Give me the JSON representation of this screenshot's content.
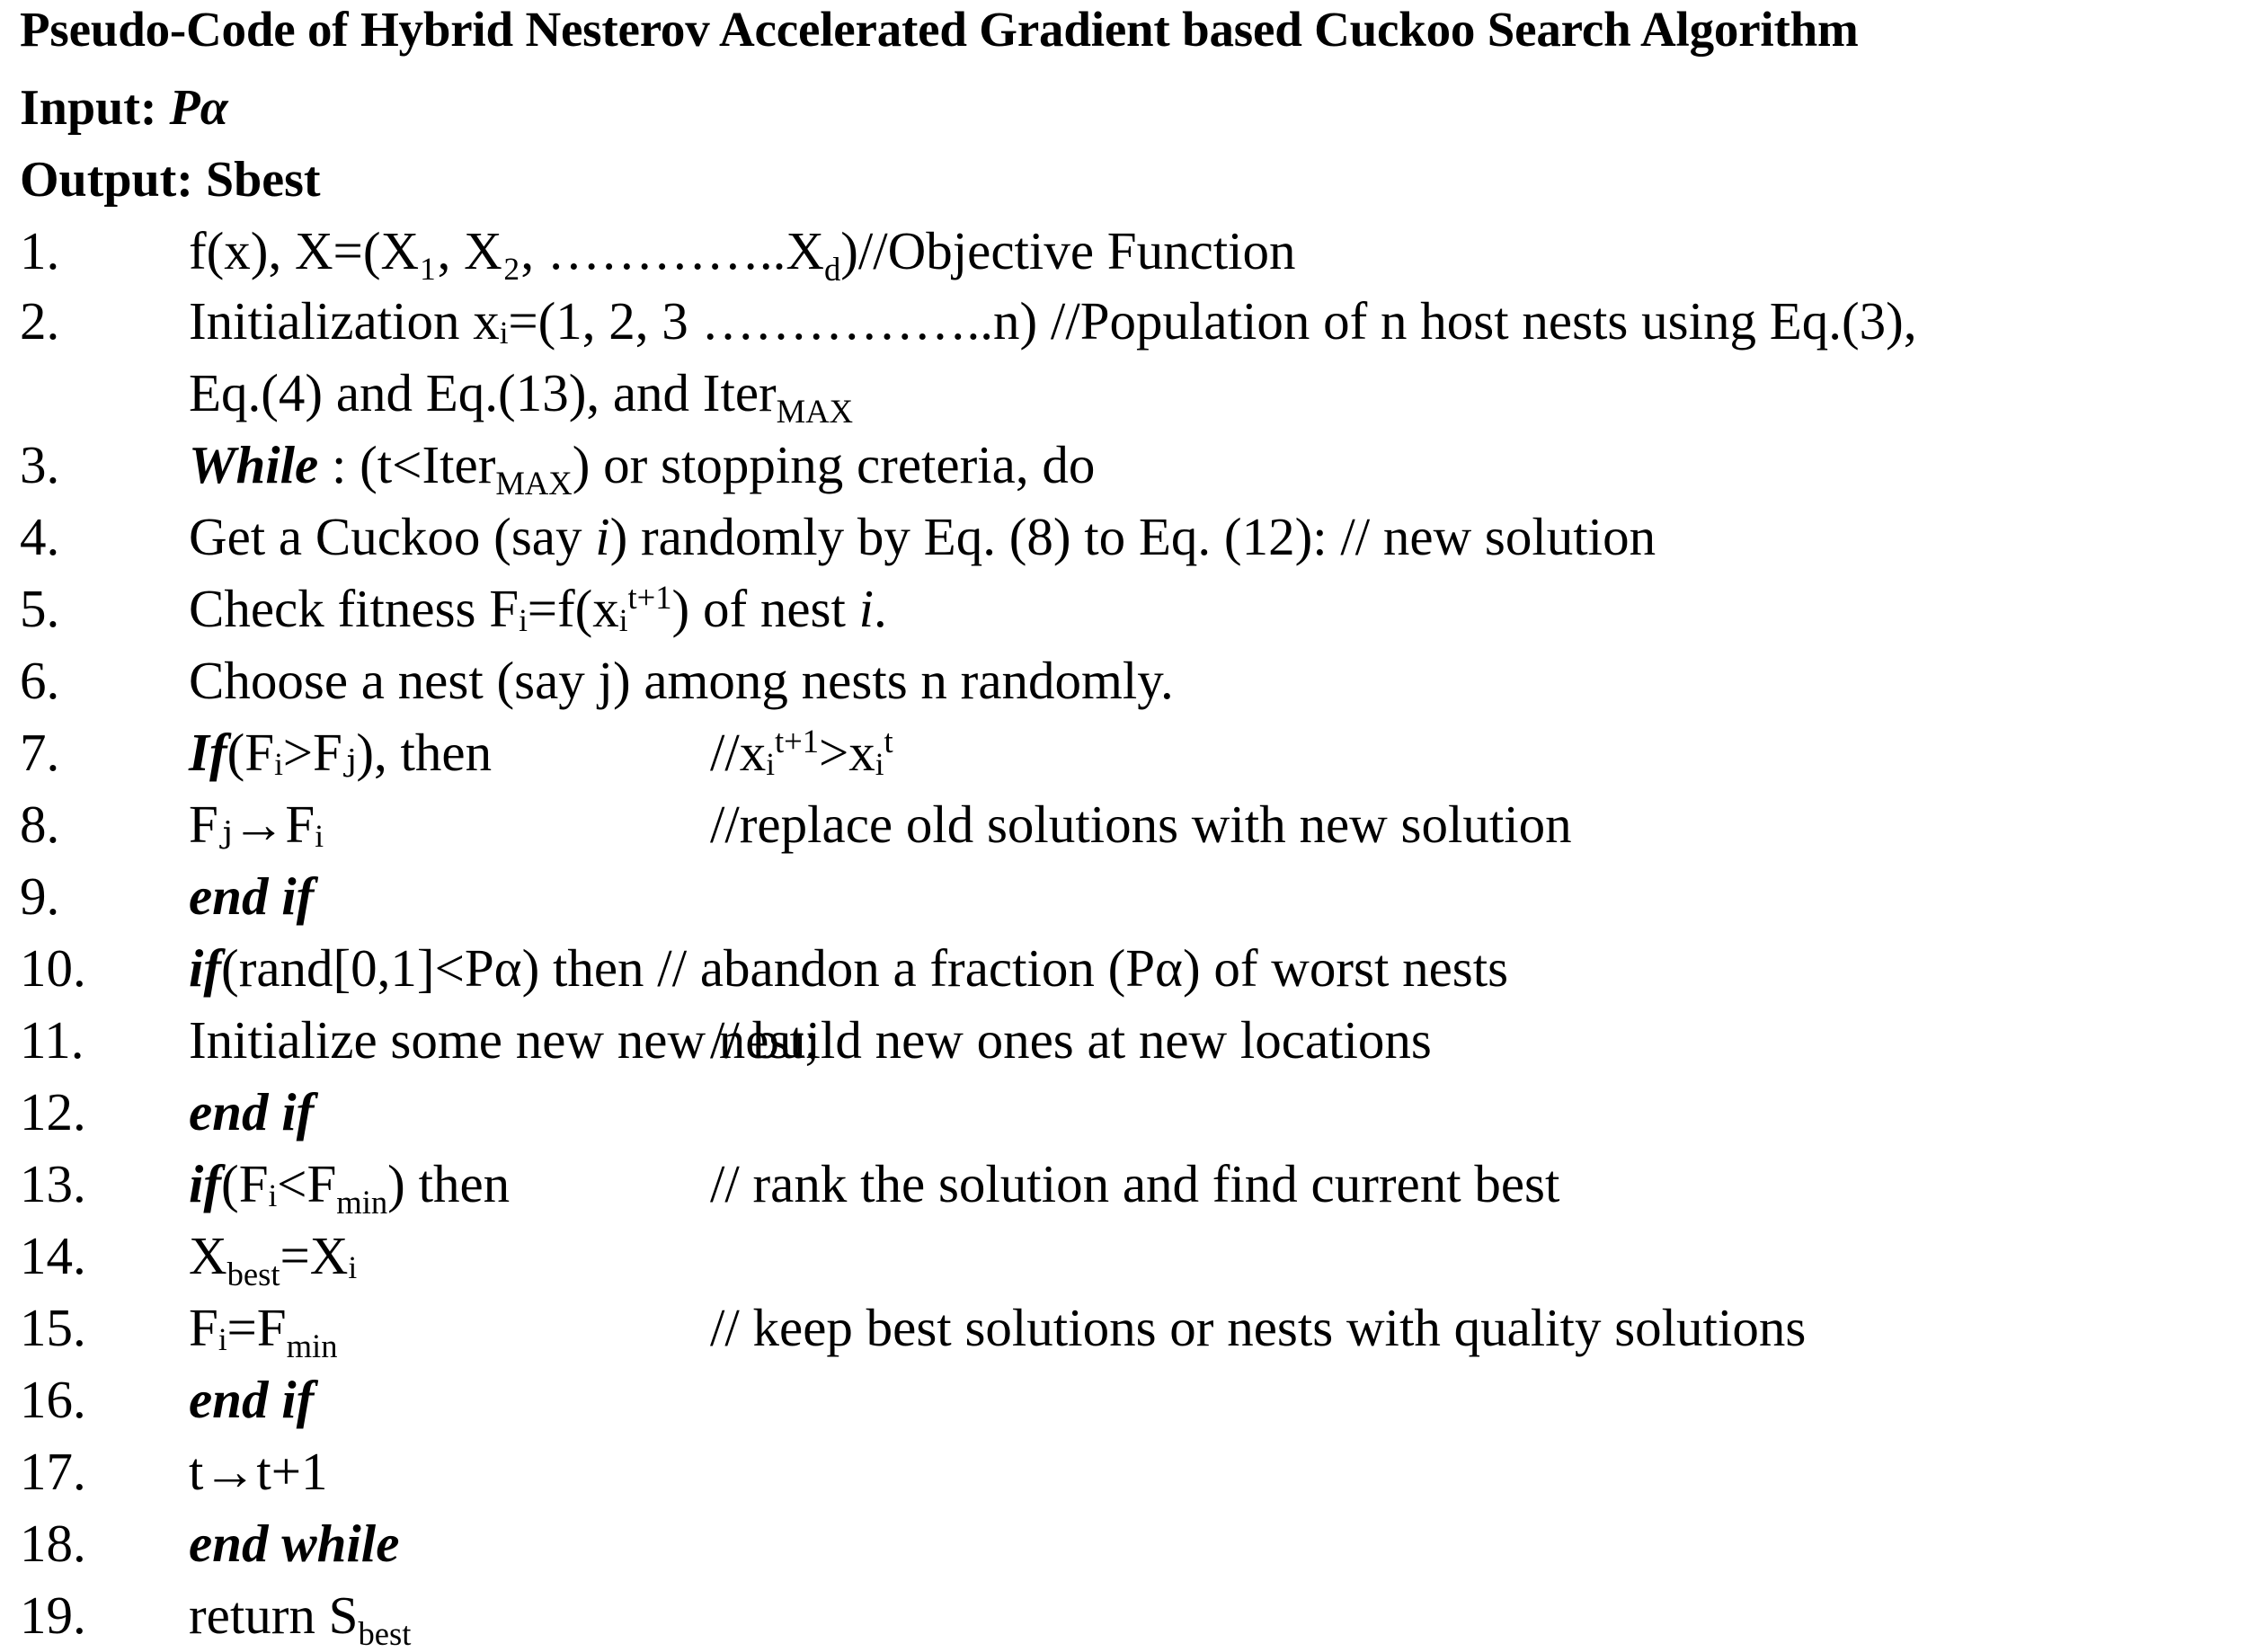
{
  "title": "Pseudo-Code of Hybrid Nesterov Accelerated Gradient based Cuckoo Search Algorithm",
  "input": {
    "label": "Input:",
    "value": "Pα"
  },
  "output": {
    "label": "Output:",
    "value": "Sbest"
  },
  "steps": [
    {
      "num": "1.",
      "text": "f(x), X=(X₁, X₂, …………..X_d)//Objective Function"
    },
    {
      "num": "2.",
      "text": "Initialization xᵢ=(1, 2, 3 ……………..n) //Population of n host nests using Eq.(3),",
      "continuation": "Eq.(4) and Eq.(13), and Iter_MAX"
    },
    {
      "num": "3.",
      "text": "While : (t<Iter_MAX) or stopping creteria, do"
    },
    {
      "num": "4.",
      "text": "Get a Cuckoo (say i) randomly by Eq. (8) to Eq. (12): // new solution"
    },
    {
      "num": "5.",
      "text": "Check fitness Fᵢ=f(xᵢ^t+1) of nest i."
    },
    {
      "num": "6.",
      "text": "Choose a nest (say j) among nests n randomly."
    },
    {
      "num": "7.",
      "text": "If(Fᵢ>Fⱼ), then",
      "comment": "//xᵢ^t+1>xᵢ^t"
    },
    {
      "num": "8.",
      "text": "Fⱼ→Fᵢ",
      "comment": "//replace old solutions with new solution"
    },
    {
      "num": "9.",
      "text": "end if"
    },
    {
      "num": "10.",
      "text": "if(rand[0,1]<Pα) then  // abandon a fraction (Pα) of worst nests"
    },
    {
      "num": "11.",
      "text": "Initialize some new new nest;",
      "comment": "// build new ones at new locations"
    },
    {
      "num": "12.",
      "text": "end if"
    },
    {
      "num": "13.",
      "text": "if(Fᵢ<F_min) then",
      "comment": "// rank the solution and find current best"
    },
    {
      "num": "14.",
      "text": "X_best=Xᵢ"
    },
    {
      "num": "15.",
      "text": "Fᵢ=F_min",
      "comment": "// keep best solutions or nests with quality solutions"
    },
    {
      "num": "16.",
      "text": "end if"
    },
    {
      "num": "17.",
      "text": "t→t+1"
    },
    {
      "num": "18.",
      "text": "end while"
    },
    {
      "num": "19.",
      "text": "return S_best"
    }
  ]
}
